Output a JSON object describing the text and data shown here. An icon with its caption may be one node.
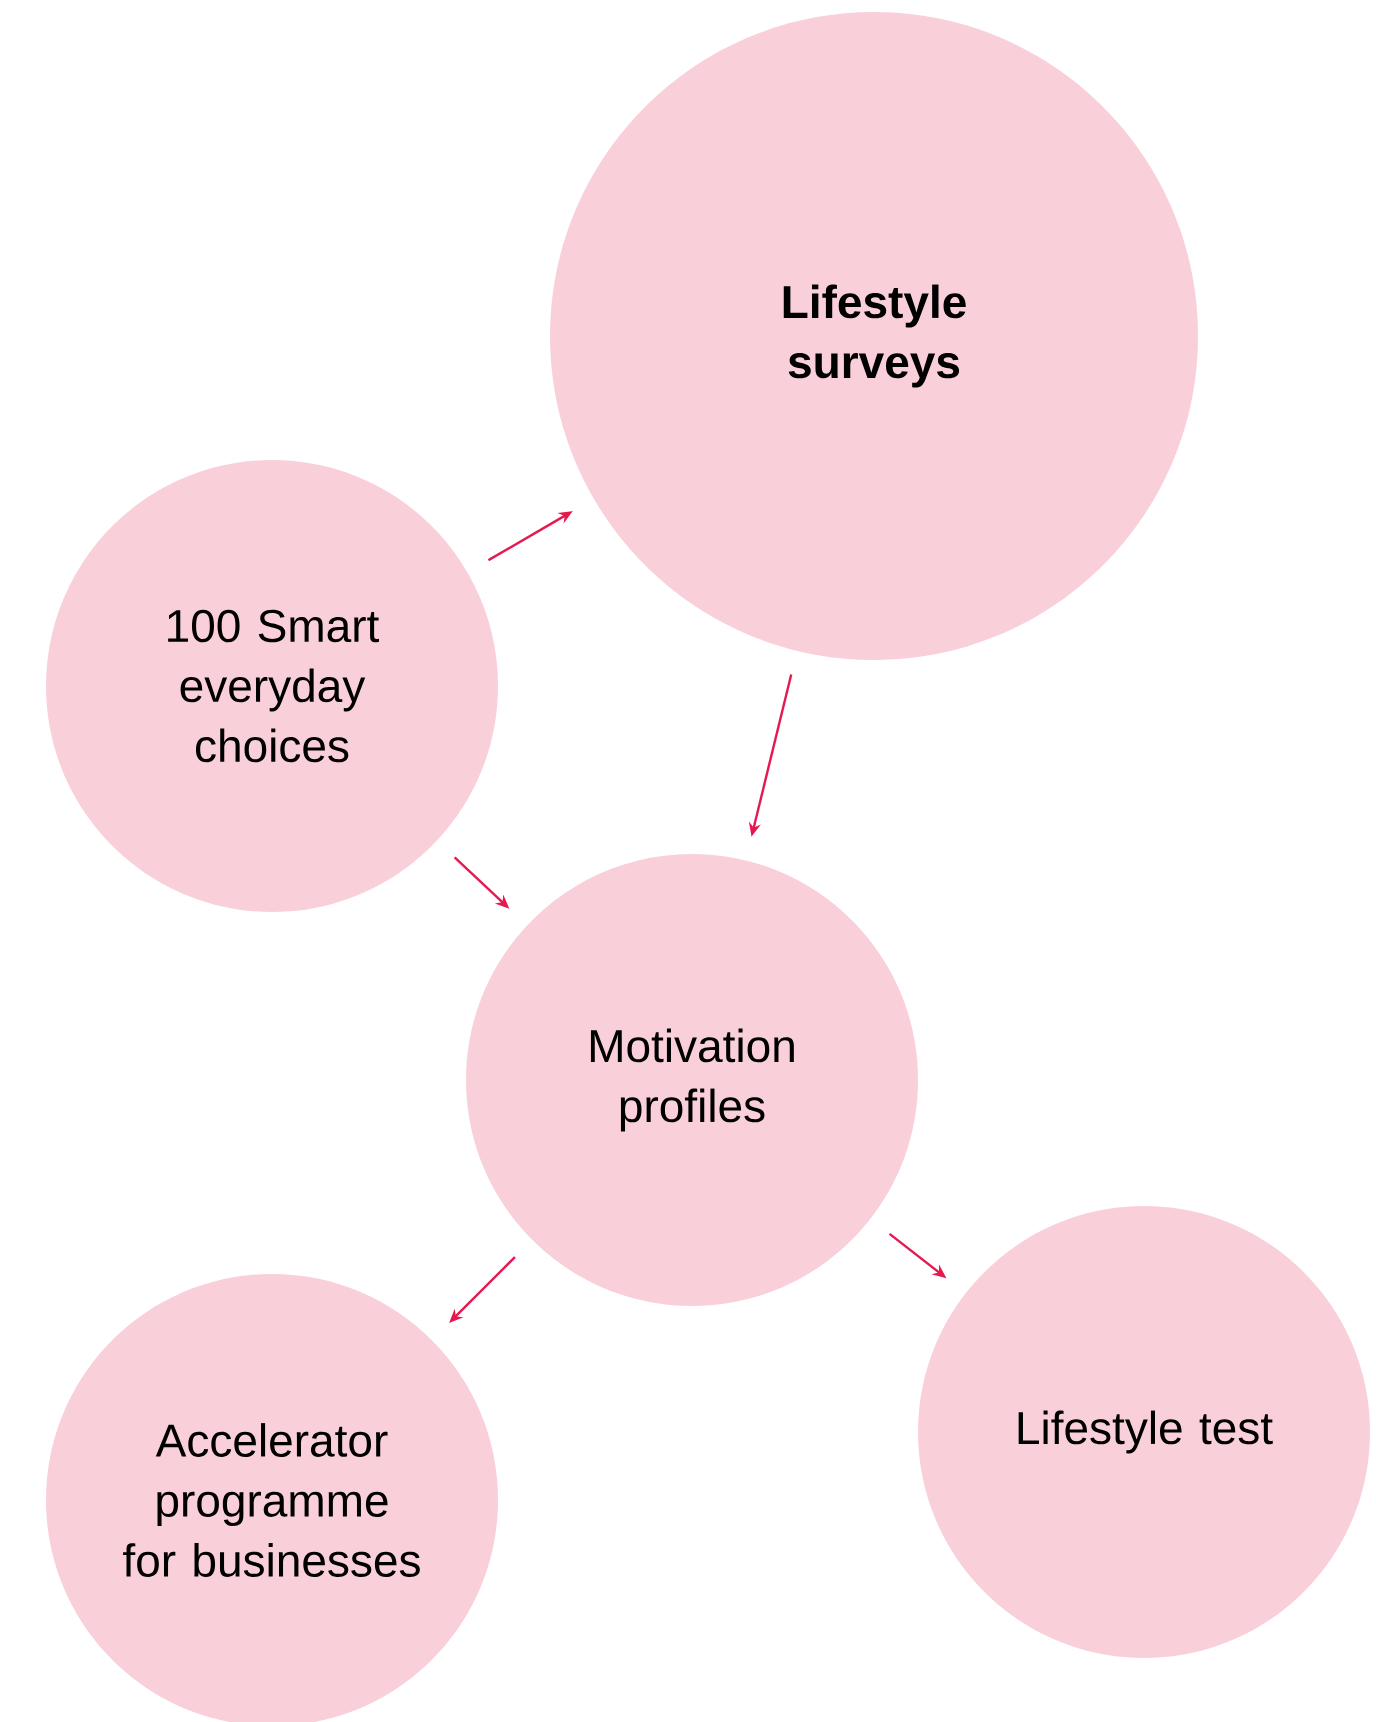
{
  "diagram": {
    "nodes": [
      {
        "text": [
          "Lifestyle surveys"
        ]
      },
      {
        "text": [
          "100 Smart everyday choices"
        ]
      },
      {
        "text": [
          "Motivation profiles"
        ]
      },
      {
        "text": [
          "Accelerator programme for businesses"
        ]
      },
      {
        "text": [
          "Lifestyle test"
        ]
      }
    ],
    "edges": [
      {
        "from": 1,
        "to": 0,
        "arrow": "to"
      },
      {
        "from": 0,
        "to": 2,
        "arrow": "to"
      },
      {
        "from": 1,
        "to": 2,
        "arrow": "to"
      },
      {
        "from": 2,
        "to": 3,
        "arrow": "to"
      },
      {
        "from": 2,
        "to": 4,
        "arrow": "to"
      }
    ]
  }
}
